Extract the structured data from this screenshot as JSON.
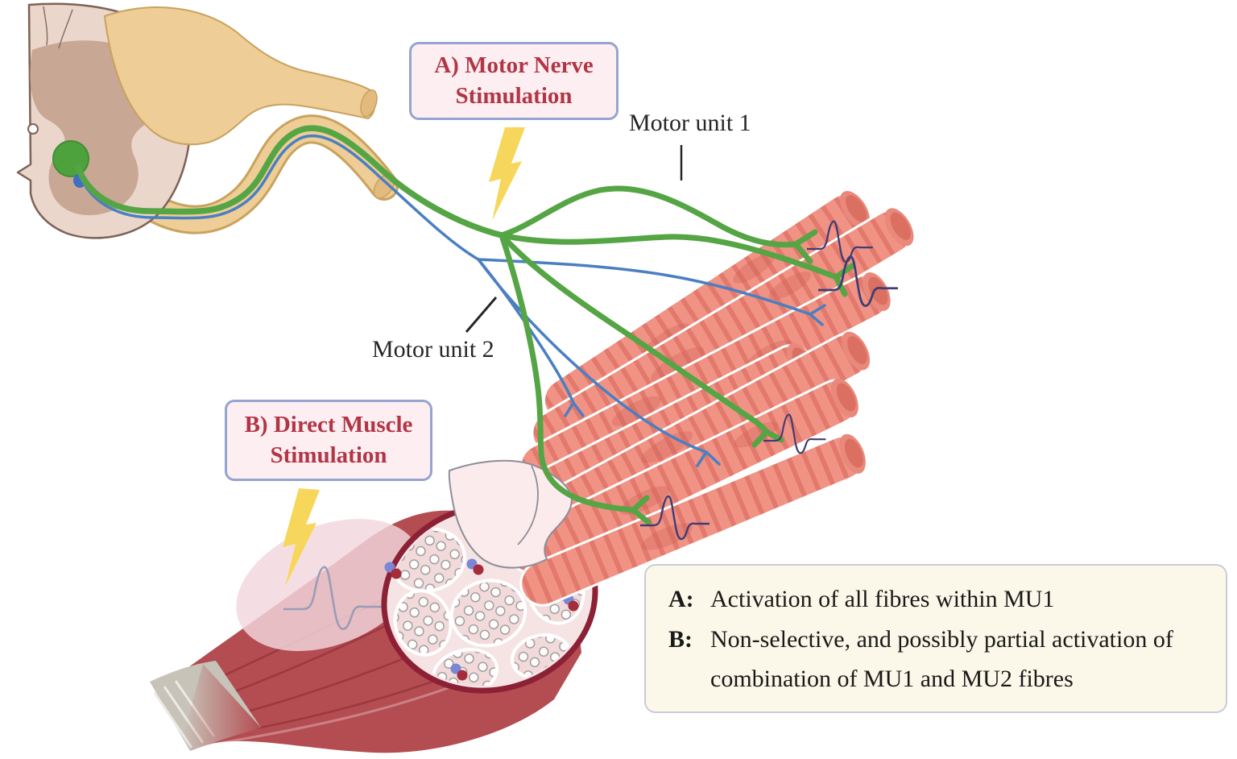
{
  "figure": {
    "panel_a_label": {
      "line1": "A) Motor Nerve",
      "line2": "Stimulation"
    },
    "panel_b_label": {
      "line1": "B) Direct Muscle",
      "line2": "Stimulation"
    },
    "motor_unit_1_label": "Motor unit 1",
    "motor_unit_2_label": "Motor unit 2"
  },
  "legend": {
    "item_a_key": "A:",
    "item_a_text": "Activation of all fibres within MU1",
    "item_b_key": "B:",
    "item_b_text_line1": "Non-selective, and possibly partial activation of",
    "item_b_text_line2": "combination of MU1 and MU2 fibres"
  },
  "colors": {
    "motor_unit_1_nerve": "#55a545",
    "motor_unit_2_nerve": "#4a7fc1",
    "action_potential_trace": "#3f3d73",
    "nerve_root": "#eecd96",
    "muscle_fibre": "#f09385",
    "muscle_belly": "#b44d52",
    "callout_text": "#b23546",
    "lightning": "#f7d75b",
    "legend_background": "#fcf8e9"
  }
}
